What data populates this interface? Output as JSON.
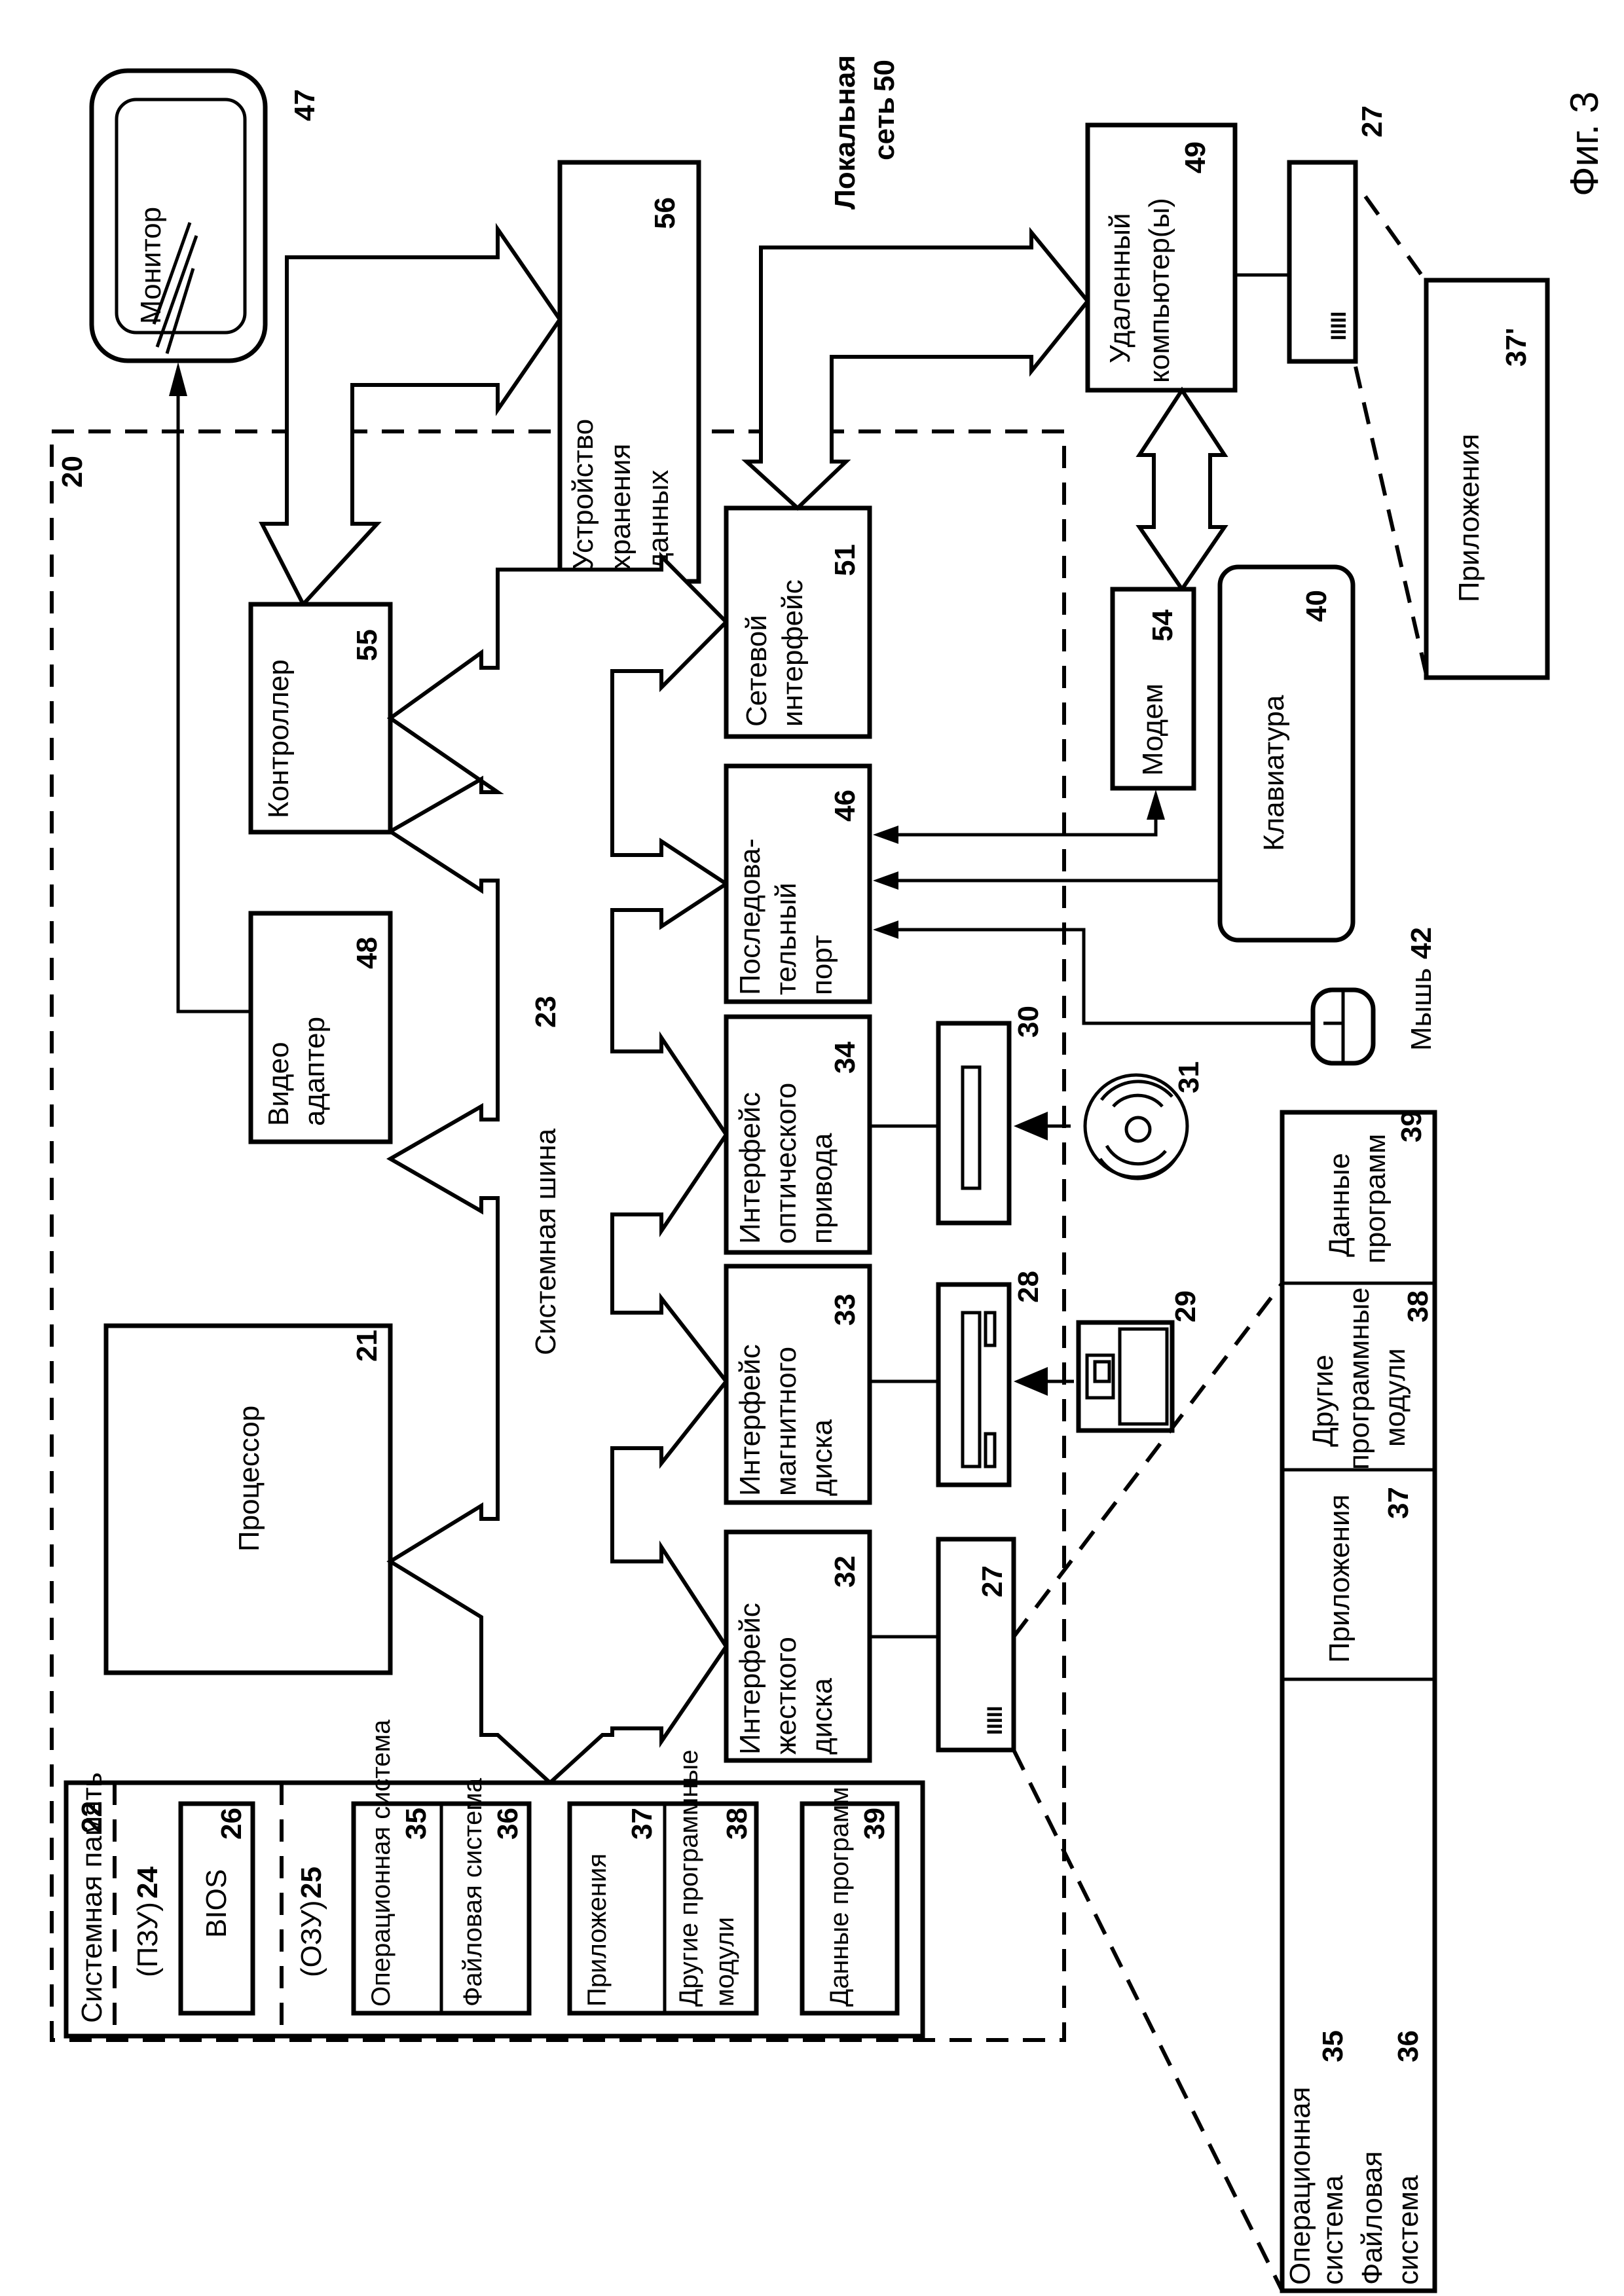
{
  "figure_label": "Фиг. 3",
  "computer": {
    "ref": "20"
  },
  "system_bus": {
    "label": "Системная шина",
    "ref": "23"
  },
  "processor": {
    "label": "Процессор",
    "ref": "21"
  },
  "video_adapter": {
    "line1": "Видео",
    "line2": "адаптер",
    "ref": "48"
  },
  "controller": {
    "label": "Контроллер",
    "ref": "55"
  },
  "monitor": {
    "label": "Монитор",
    "ref": "47"
  },
  "storage_device": {
    "line1": "Устройство",
    "line2": "хранения",
    "line3": "данных",
    "ref": "56"
  },
  "network_interface": {
    "line1": "Сетевой",
    "line2": "интерфейс",
    "ref": "51"
  },
  "serial_port": {
    "line1": "Последова-",
    "line2": "тельный",
    "line3": "порт",
    "ref": "46"
  },
  "optical_interface": {
    "line1": "Интерфейс",
    "line2": "оптического",
    "line3": "привода",
    "ref": "34"
  },
  "magnetic_interface": {
    "line1": "Интерфейс",
    "line2": "магнитного",
    "line3": "диска",
    "ref": "33"
  },
  "hdd_interface": {
    "line1": "Интерфейс",
    "line2": "жесткого",
    "line3": "диска",
    "ref": "32"
  },
  "optical_drive": {
    "ref": "30"
  },
  "optical_disc": {
    "ref": "31"
  },
  "floppy_drive": {
    "ref": "28"
  },
  "floppy_disk": {
    "ref": "29"
  },
  "hard_disk": {
    "ref": "27",
    "marks": "IIIII"
  },
  "local_network": {
    "line1": "Локальная",
    "line2": "сеть",
    "ref": "50"
  },
  "remote_computer": {
    "line1": "Удаленный",
    "line2": "компьютер(ы)",
    "ref": "49"
  },
  "remote_disk": {
    "ref": "27",
    "marks": "IIIII"
  },
  "remote_apps": {
    "label": "Приложения",
    "ref": "37'"
  },
  "modem": {
    "label": "Модем",
    "ref": "54"
  },
  "keyboard": {
    "label": "Клавиатура",
    "ref": "40"
  },
  "mouse": {
    "label": "Мышь",
    "ref": "42"
  },
  "system_memory": {
    "title": "Системная память",
    "ref": "22",
    "rom": {
      "label": "(ПЗУ)",
      "ref": "24"
    },
    "bios": {
      "label": "BIOS",
      "ref": "26"
    },
    "ram": {
      "label": "(ОЗУ)",
      "ref": "25"
    },
    "os": {
      "label": "Операционная система",
      "ref": "35"
    },
    "fs": {
      "label": "Файловая система",
      "ref": "36"
    },
    "apps": {
      "label": "Приложения",
      "ref": "37"
    },
    "modules": {
      "line1": "Другие программные",
      "line2": "модули",
      "ref": "38"
    },
    "data": {
      "label": "Данные программ",
      "ref": "39"
    }
  },
  "disk_contents": {
    "os": {
      "line1": "Операционная",
      "line2": "система",
      "ref": "35"
    },
    "fs": {
      "line1": "Файловая",
      "line2": "система",
      "ref": "36"
    },
    "apps": {
      "label": "Приложения",
      "ref": "37"
    },
    "modules": {
      "line1": "Другие",
      "line2": "программные",
      "line3": "модули",
      "ref": "38"
    },
    "data": {
      "line1": "Данные",
      "line2": "программ",
      "ref": "39"
    }
  }
}
